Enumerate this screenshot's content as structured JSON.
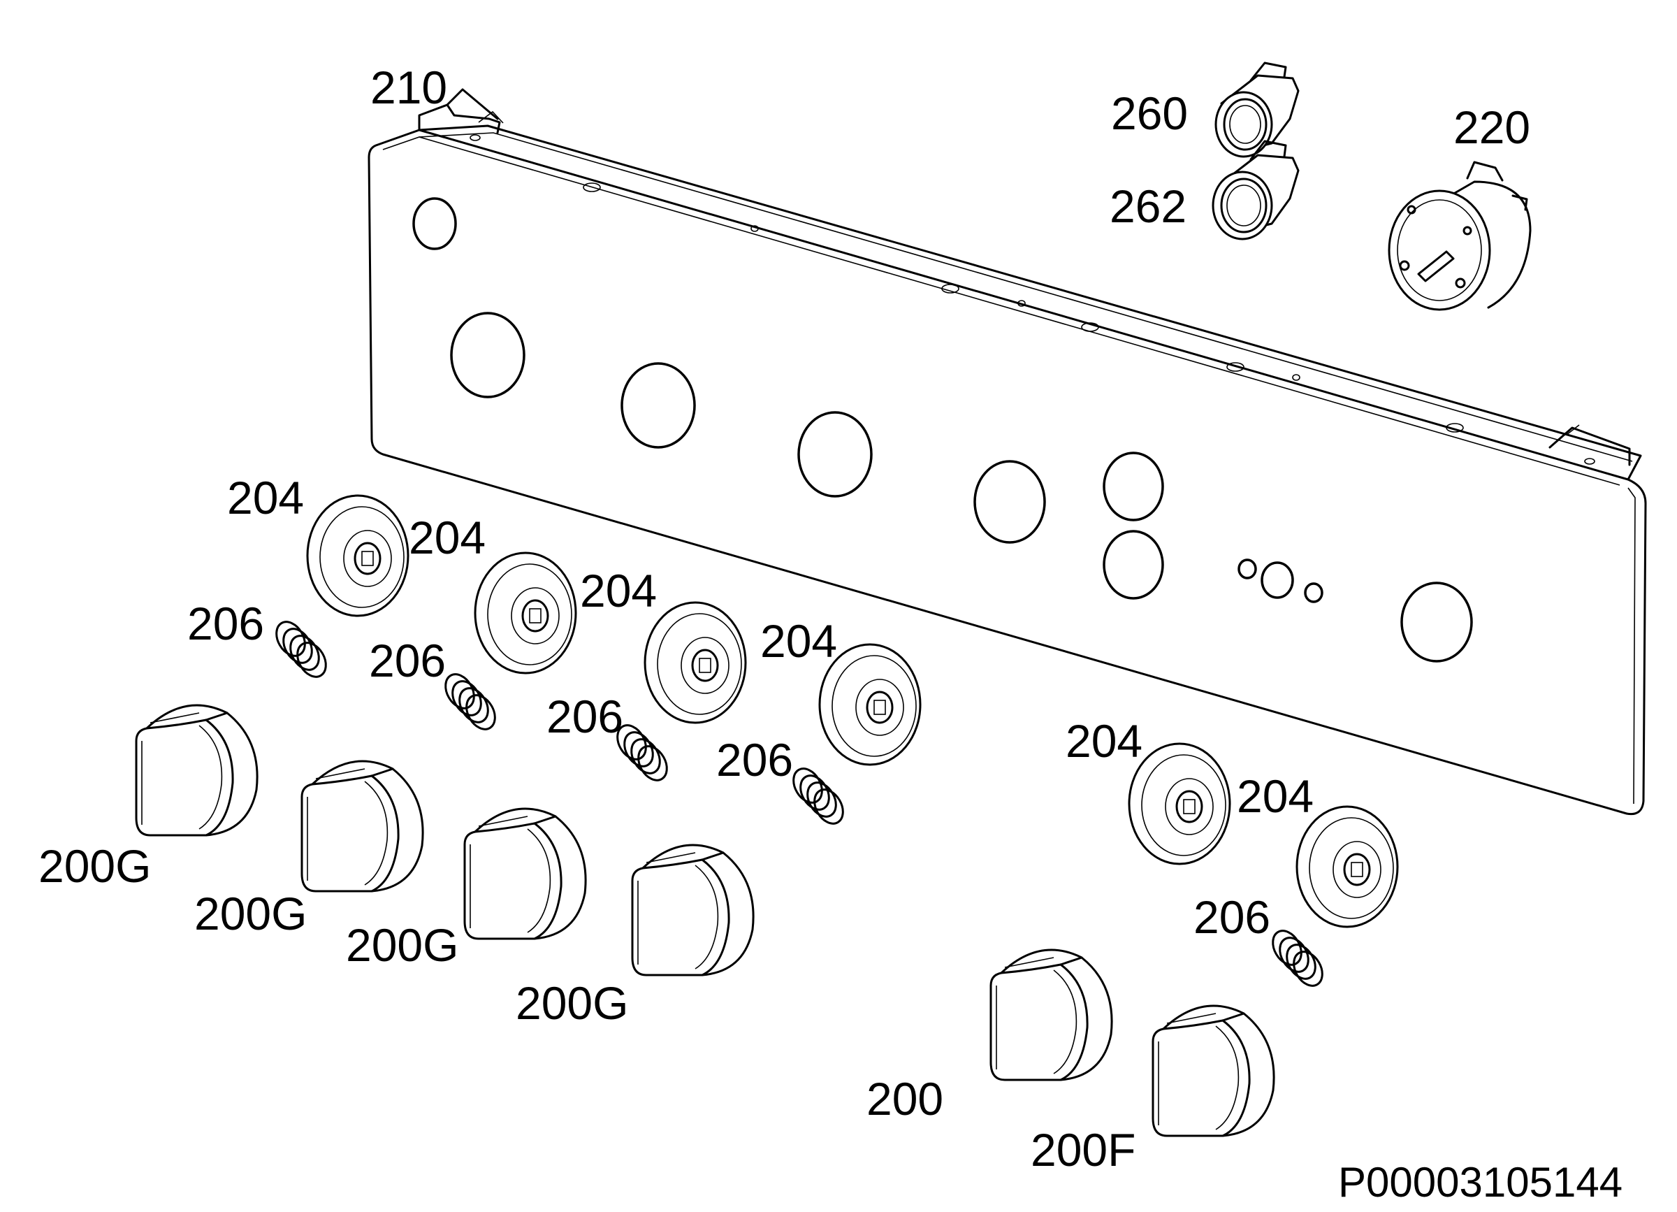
{
  "diagram": {
    "reference": "P00003105144",
    "labels": {
      "panel": "210",
      "lamp_upper": "260",
      "lamp_lower": "262",
      "timer": "220",
      "bezel": "204",
      "spring": "206",
      "knob_gas": "200G",
      "knob": "200",
      "knob_f": "200F"
    }
  }
}
